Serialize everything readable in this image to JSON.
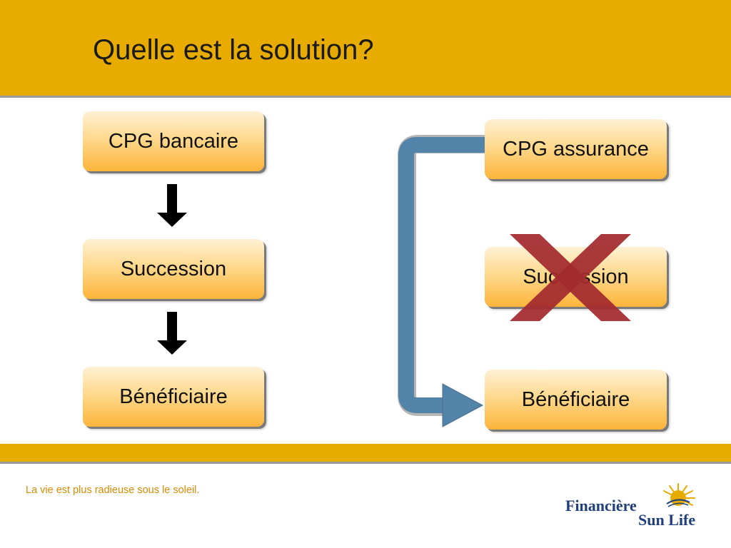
{
  "slide": {
    "title": "Quelle est la solution?",
    "tagline": "La vie est plus radieuse sous le soleil."
  },
  "left_flow": {
    "nodes": [
      "CPG bancaire",
      "Succession",
      "Bénéficiaire"
    ]
  },
  "right_flow": {
    "nodes": [
      "CPG assurance",
      "Succession",
      "Bénéficiaire"
    ],
    "crossed_out_node": "Succession"
  },
  "logo": {
    "line1": "Financière",
    "line2": "Sun Life"
  },
  "colors": {
    "header": "#e8ac00",
    "box_top": "#fff1d4",
    "box_bottom": "#fcb43a",
    "bypass_arrow": "#5283a8",
    "cross": "#a22a2e",
    "tagline": "#d98a00",
    "logo_text": "#1f3f7a",
    "logo_sun": "#e8ac00"
  }
}
